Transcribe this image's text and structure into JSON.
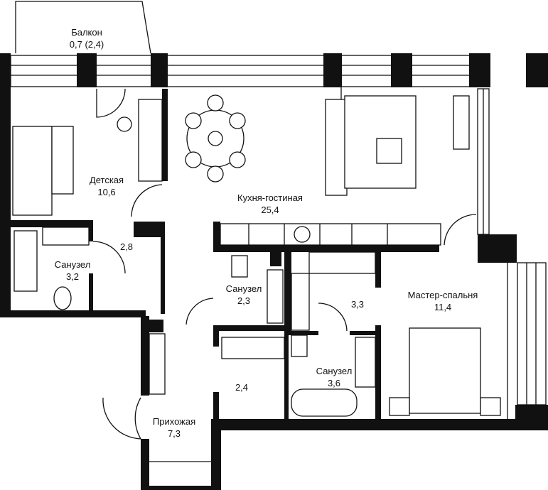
{
  "plan": {
    "rooms": [
      {
        "id": "balcony",
        "name": "Балкон",
        "area": "0,7 (2,4)"
      },
      {
        "id": "kids",
        "name": "Детская",
        "area": "10,6"
      },
      {
        "id": "kitchen",
        "name": "Кухня-гостиная",
        "area": "25,4"
      },
      {
        "id": "closet1",
        "name": "",
        "area": "2,8"
      },
      {
        "id": "bath1",
        "name": "Санузел",
        "area": "3,2"
      },
      {
        "id": "bath2",
        "name": "Санузел",
        "area": "2,3"
      },
      {
        "id": "closet2",
        "name": "",
        "area": "3,3"
      },
      {
        "id": "master",
        "name": "Мастер-спальня",
        "area": "11,4"
      },
      {
        "id": "bath3",
        "name": "Санузел",
        "area": "3,6"
      },
      {
        "id": "closet3",
        "name": "",
        "area": "2,4"
      },
      {
        "id": "hall",
        "name": "Прихожая",
        "area": "7,3"
      }
    ]
  }
}
